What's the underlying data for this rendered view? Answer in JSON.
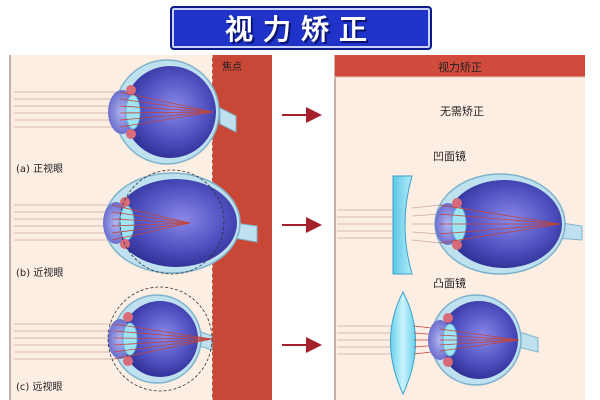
{
  "title": "视力矫正",
  "left_panel": {
    "focus_label": "焦点",
    "eyes": [
      {
        "label": "(a) 正视眼"
      },
      {
        "label": "(b) 近视眼"
      },
      {
        "label": "(c) 远视眼"
      }
    ]
  },
  "right_panel": {
    "header": "视力矫正",
    "no_correction_label": "无需矫正",
    "concave_label": "凹面镜",
    "convex_label": "凸面镜"
  },
  "colors": {
    "title_bg": "#1f33c9",
    "panel_bg": "#fdeee4",
    "focus_bar": "#c94736",
    "header_bar": "#d04b3c",
    "arrow": "#a4202a",
    "eye_outer": "#bfe0ee",
    "eye_inner": "#4d4cba",
    "lens": "#8fd8ee",
    "ray": "#c0453c"
  },
  "icons": {
    "arrow": "right-arrow-icon"
  }
}
